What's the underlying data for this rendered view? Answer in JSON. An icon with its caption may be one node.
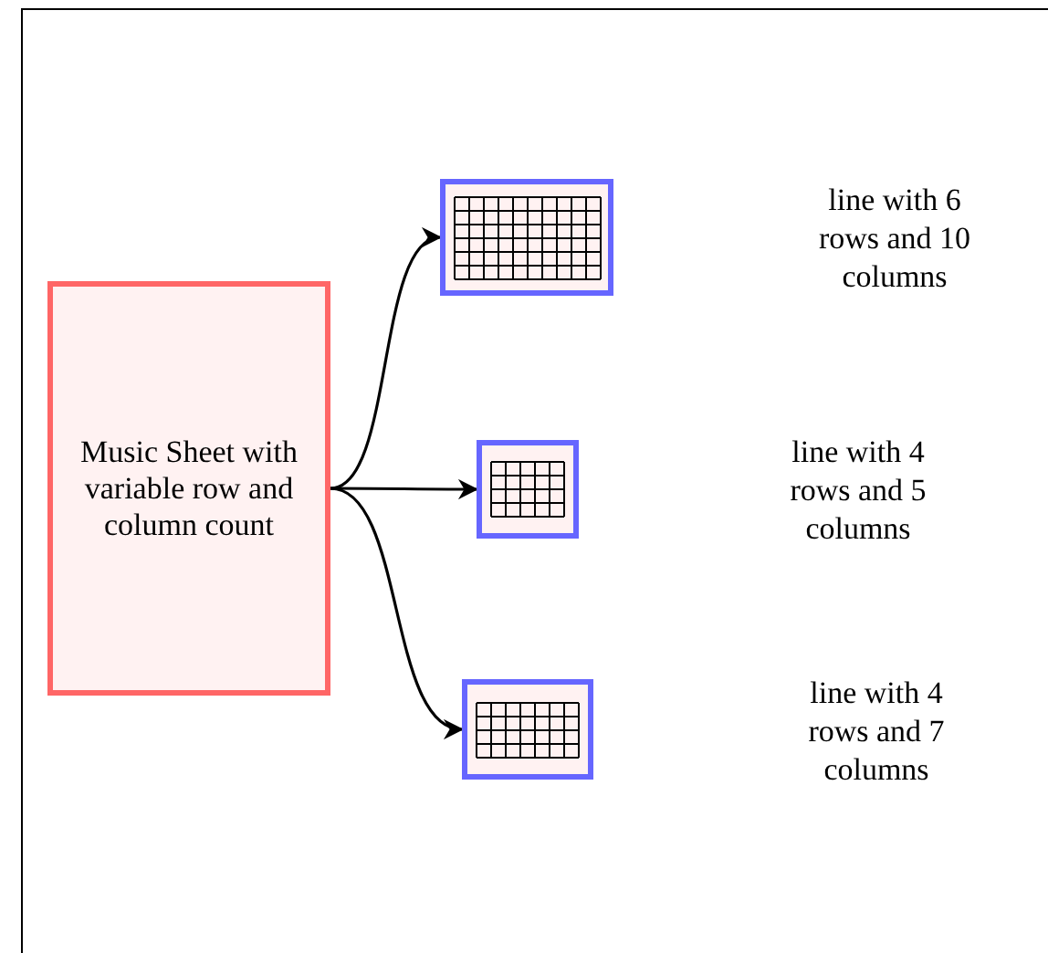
{
  "diagram": {
    "nodes": [
      {
        "text": [
          "Music Sheet with variable row and column count"
        ]
      },
      {
        "text": [],
        "shape": "box"
      },
      {
        "text": [],
        "shape": "box"
      },
      {
        "text": [],
        "shape": "box"
      }
    ],
    "edges": [
      {
        "from": 0,
        "to": 1,
        "arrow": "to"
      },
      {
        "from": 0,
        "to": 2,
        "arrow": "to"
      },
      {
        "from": 0,
        "to": 3,
        "arrow": "to"
      }
    ],
    "labels": [
      "line with 6 rows and 10 columns",
      "line with 4 rows and 5 columns",
      "line with 4 rows and 7 columns"
    ]
  }
}
